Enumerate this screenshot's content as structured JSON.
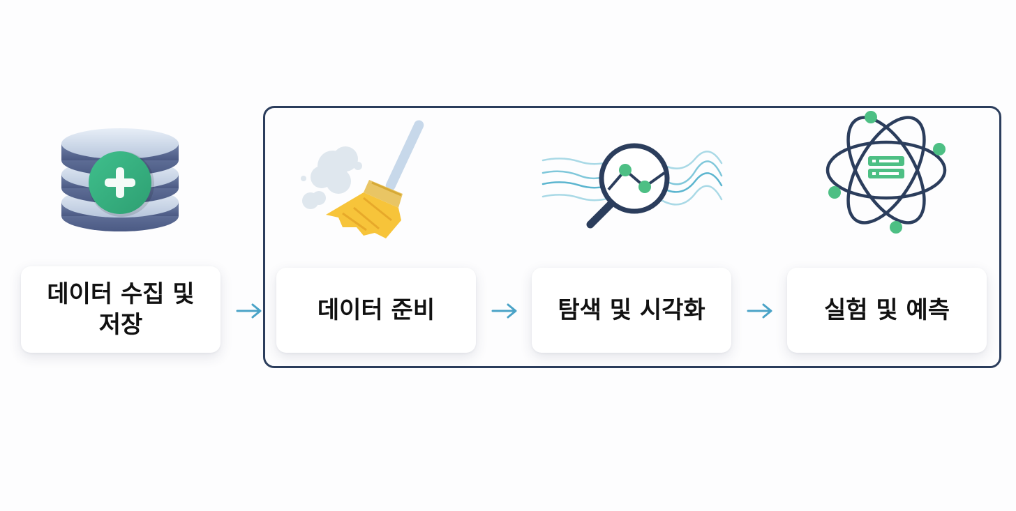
{
  "steps": [
    {
      "label": "데이터 수집 및 저장",
      "icon": "database-add-icon"
    },
    {
      "label": "데이터 준비",
      "icon": "broom-icon"
    },
    {
      "label": "탐색 및 시각화",
      "icon": "magnifier-chart-icon"
    },
    {
      "label": "실험 및 예측",
      "icon": "atom-server-icon"
    }
  ],
  "colors": {
    "frame": "#2b3d5c",
    "arrow": "#4aa3c7",
    "accent_green": "#4dbf84",
    "navy": "#2b3d5c",
    "broom_yellow": "#f7c43a"
  }
}
